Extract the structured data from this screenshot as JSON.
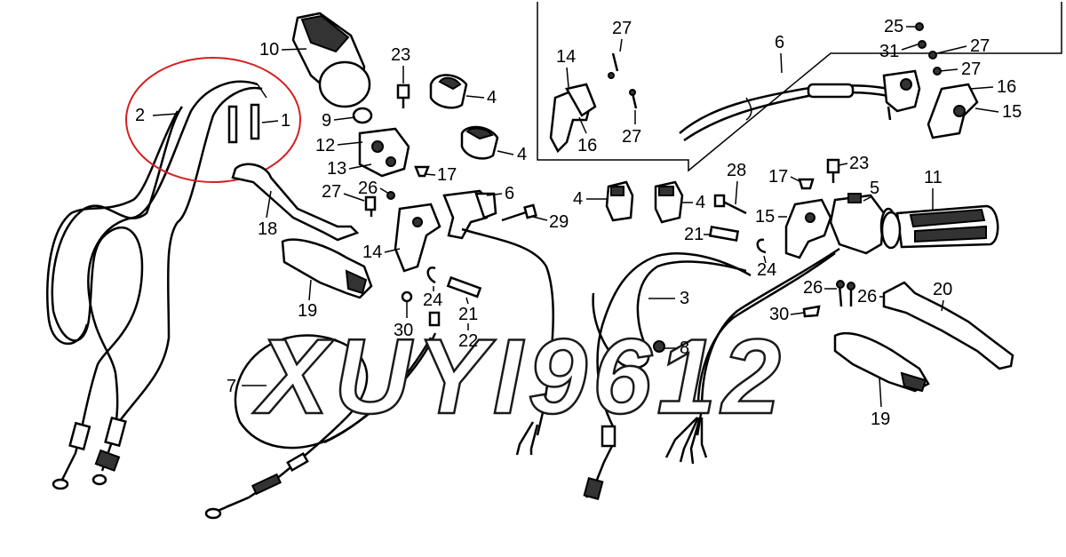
{
  "diagram": {
    "watermark": "XUYI9612",
    "callouts": [
      {
        "id": "c-2",
        "text": "2"
      },
      {
        "id": "c-1",
        "text": "1"
      },
      {
        "id": "c-10",
        "text": "10"
      },
      {
        "id": "c-9",
        "text": "9"
      },
      {
        "id": "c-23a",
        "text": "23"
      },
      {
        "id": "c-4a",
        "text": "4"
      },
      {
        "id": "c-4b",
        "text": "4"
      },
      {
        "id": "c-12",
        "text": "12"
      },
      {
        "id": "c-13",
        "text": "13"
      },
      {
        "id": "c-17a",
        "text": "17"
      },
      {
        "id": "c-27a",
        "text": "27"
      },
      {
        "id": "c-26a",
        "text": "26"
      },
      {
        "id": "c-18",
        "text": "18"
      },
      {
        "id": "c-6a",
        "text": "6"
      },
      {
        "id": "c-29",
        "text": "29"
      },
      {
        "id": "c-14a",
        "text": "14"
      },
      {
        "id": "c-19a",
        "text": "19"
      },
      {
        "id": "c-24a",
        "text": "24"
      },
      {
        "id": "c-21a",
        "text": "21"
      },
      {
        "id": "c-22",
        "text": "22"
      },
      {
        "id": "c-30a",
        "text": "30"
      },
      {
        "id": "c-7",
        "text": "7"
      },
      {
        "id": "c-14b",
        "text": "14"
      },
      {
        "id": "c-16a",
        "text": "16"
      },
      {
        "id": "c-27b",
        "text": "27"
      },
      {
        "id": "c-27c",
        "text": "27"
      },
      {
        "id": "c-6b",
        "text": "6"
      },
      {
        "id": "c-25",
        "text": "25"
      },
      {
        "id": "c-31",
        "text": "31"
      },
      {
        "id": "c-27d",
        "text": "27"
      },
      {
        "id": "c-27e",
        "text": "27"
      },
      {
        "id": "c-16b",
        "text": "16"
      },
      {
        "id": "c-15a",
        "text": "15"
      },
      {
        "id": "c-4c",
        "text": "4"
      },
      {
        "id": "c-4d",
        "text": "4"
      },
      {
        "id": "c-28",
        "text": "28"
      },
      {
        "id": "c-15b",
        "text": "15"
      },
      {
        "id": "c-17b",
        "text": "17"
      },
      {
        "id": "c-23b",
        "text": "23"
      },
      {
        "id": "c-5",
        "text": "5"
      },
      {
        "id": "c-11",
        "text": "11"
      },
      {
        "id": "c-21b",
        "text": "21"
      },
      {
        "id": "c-24b",
        "text": "24"
      },
      {
        "id": "c-3",
        "text": "3"
      },
      {
        "id": "c-8",
        "text": "8"
      },
      {
        "id": "c-26b",
        "text": "26"
      },
      {
        "id": "c-26c",
        "text": "26"
      },
      {
        "id": "c-20",
        "text": "20"
      },
      {
        "id": "c-30b",
        "text": "30"
      },
      {
        "id": "c-19b",
        "text": "19"
      }
    ],
    "highlight_color": "#d42020",
    "line_color": "#000000"
  }
}
